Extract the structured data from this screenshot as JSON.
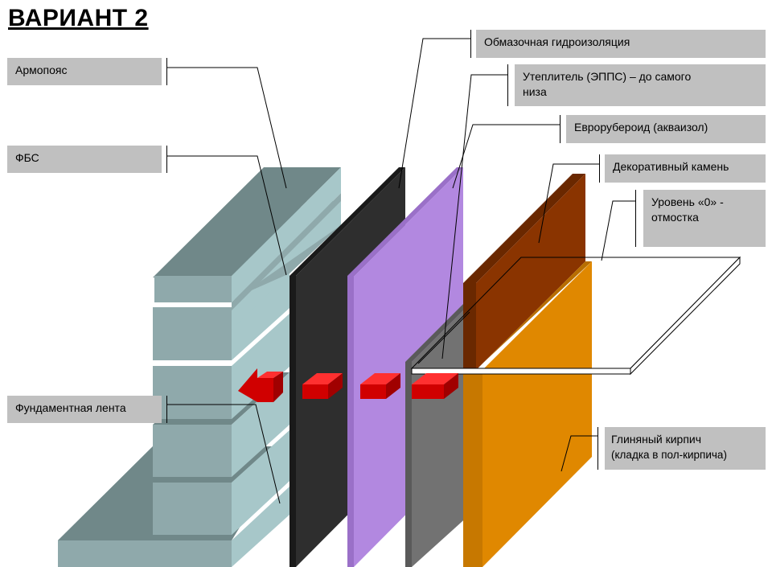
{
  "title": "ВАРИАНТ 2",
  "labels": {
    "armopoyas": "Армопояс",
    "fbs": "ФБС",
    "fundament": "Фундаментная лента",
    "gidroizol": "Обмазочная гидроизоляция",
    "uteplitel_1": "Утеплитель (ЭППС) – до самого",
    "uteplitel_2": "низа",
    "euroruberoid": "Еврорубероид (акваизол)",
    "dekor": "Декоративный камень",
    "uroven_1": "Уровень «0» -",
    "uroven_2": "отмостка",
    "kirpich_1": "Глиняный кирпич",
    "kirpich_2": "(кладка в пол-кирпича)"
  },
  "colors": {
    "block_front": "#8fa9ab",
    "block_side": "#a7c7c9",
    "block_top": "#708889",
    "waterproofing": "#2e2e2e",
    "insulation": "#b288e0",
    "membrane": "#727272",
    "stone": "#8a3400",
    "brick": "#e08800",
    "arrow": "#d00000",
    "label_bg": "#c0c0c0"
  }
}
